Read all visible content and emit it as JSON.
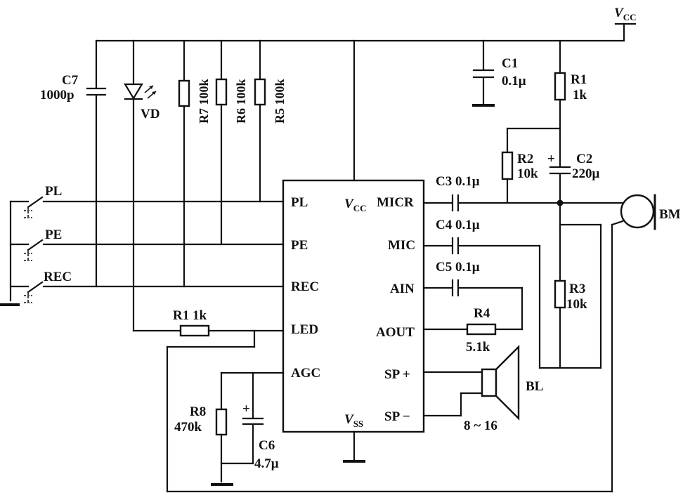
{
  "supply": {
    "vcc": "V",
    "vcc_sub": "CC"
  },
  "chip": {
    "left_pins": [
      "PL",
      "PE",
      "REC",
      "LED",
      "AGC"
    ],
    "right_pins": [
      "MICR",
      "MIC",
      "AIN",
      "AOUT",
      "SP +",
      "SP −"
    ],
    "vcc_pin": "V",
    "vcc_pin_sub": "CC",
    "vss_pin": "V",
    "vss_pin_sub": "SS"
  },
  "switches": [
    "PL",
    "PE",
    "REC"
  ],
  "components": {
    "c7": {
      "name": "C7",
      "value": "1000p"
    },
    "vd": {
      "name": "VD"
    },
    "r7": {
      "label": "R7 100k"
    },
    "r6": {
      "label": "R6 100k"
    },
    "r5": {
      "label": "R5 100k"
    },
    "c1": {
      "name": "C1",
      "value": "0.1μ"
    },
    "r1_top": {
      "name": "R1",
      "value": "1k"
    },
    "r2": {
      "name": "R2",
      "value": "10k"
    },
    "c2": {
      "name": "C2",
      "value": "220μ"
    },
    "c3": {
      "label": "C3 0.1μ"
    },
    "c4": {
      "label": "C4 0.1μ"
    },
    "c5": {
      "label": "C5 0.1μ"
    },
    "r3": {
      "name": "R3",
      "value": "10k"
    },
    "r4": {
      "name": "R4",
      "value": "5.1k"
    },
    "r1_led": {
      "label": "R1 1k"
    },
    "r8": {
      "name": "R8",
      "value": "470k"
    },
    "c6": {
      "name": "C6",
      "value": "4.7μ"
    },
    "bm": {
      "name": "BM"
    },
    "bl": {
      "name": "BL",
      "value": "8 ~ 16"
    }
  },
  "polarity": "+"
}
